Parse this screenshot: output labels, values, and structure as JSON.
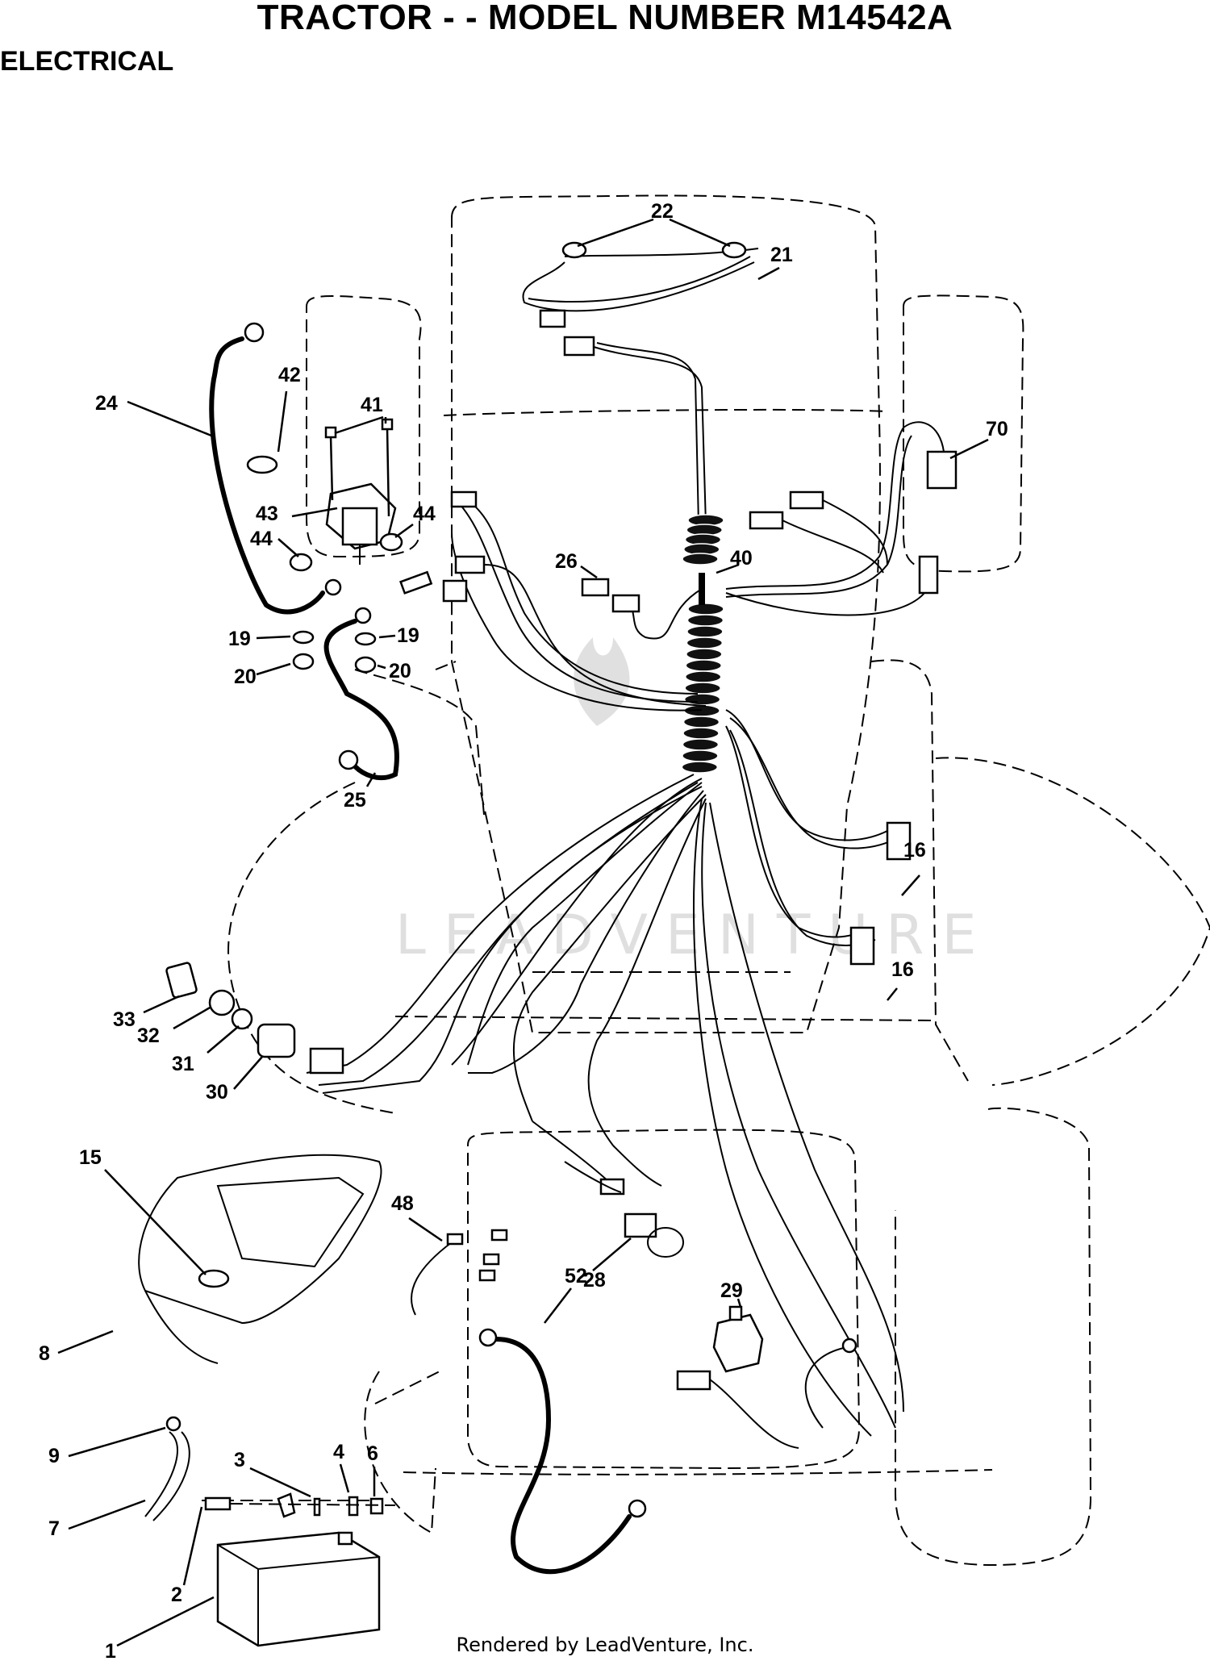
{
  "header": {
    "title": "TRACTOR - - MODEL NUMBER M14542A",
    "section": "ELECTRICAL"
  },
  "footer": {
    "credit": "Rendered by LeadVenture, Inc."
  },
  "watermark": {
    "text": "LEADVENTURE"
  },
  "callouts": [
    {
      "id": "c1",
      "label": "1"
    },
    {
      "id": "c2",
      "label": "2"
    },
    {
      "id": "c3",
      "label": "3"
    },
    {
      "id": "c4",
      "label": "4"
    },
    {
      "id": "c6",
      "label": "6"
    },
    {
      "id": "c7",
      "label": "7"
    },
    {
      "id": "c8",
      "label": "8"
    },
    {
      "id": "c9",
      "label": "9"
    },
    {
      "id": "c15",
      "label": "15"
    },
    {
      "id": "c16a",
      "label": "16"
    },
    {
      "id": "c16b",
      "label": "16"
    },
    {
      "id": "c19a",
      "label": "19"
    },
    {
      "id": "c19b",
      "label": "19"
    },
    {
      "id": "c20a",
      "label": "20"
    },
    {
      "id": "c20b",
      "label": "20"
    },
    {
      "id": "c21",
      "label": "21"
    },
    {
      "id": "c22",
      "label": "22"
    },
    {
      "id": "c24",
      "label": "24"
    },
    {
      "id": "c25",
      "label": "25"
    },
    {
      "id": "c26",
      "label": "26"
    },
    {
      "id": "c28",
      "label": "28"
    },
    {
      "id": "c29",
      "label": "29"
    },
    {
      "id": "c30",
      "label": "30"
    },
    {
      "id": "c31",
      "label": "31"
    },
    {
      "id": "c32",
      "label": "32"
    },
    {
      "id": "c33",
      "label": "33"
    },
    {
      "id": "c40",
      "label": "40"
    },
    {
      "id": "c41",
      "label": "41"
    },
    {
      "id": "c42",
      "label": "42"
    },
    {
      "id": "c43",
      "label": "43"
    },
    {
      "id": "c44a",
      "label": "44"
    },
    {
      "id": "c44b",
      "label": "44"
    },
    {
      "id": "c48",
      "label": "48"
    },
    {
      "id": "c52",
      "label": "52"
    },
    {
      "id": "c70",
      "label": "70"
    }
  ]
}
